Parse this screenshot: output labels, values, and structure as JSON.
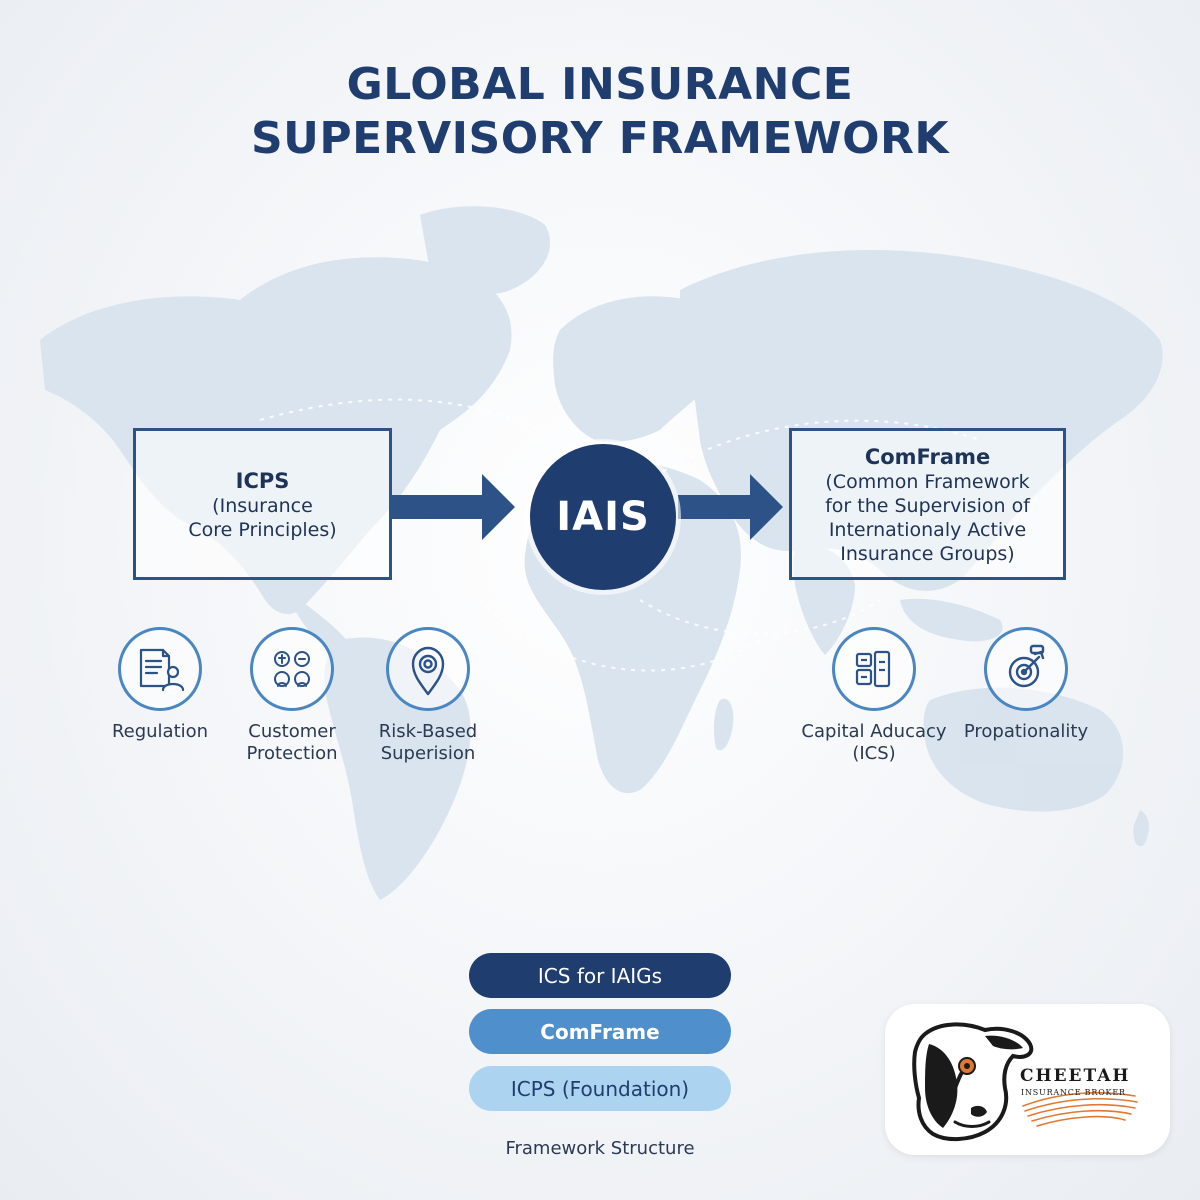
{
  "title": {
    "line1": "GLOBAL INSURANCE",
    "line2": "SUPERVISORY FRAMEWORK"
  },
  "left_box": {
    "heading": "ICPS",
    "line1": "(Insurance",
    "line2": "Core Principles)"
  },
  "center": {
    "label": "IAIS"
  },
  "right_box": {
    "heading": "ComFrame",
    "line1": "(Common Framework",
    "line2": "for the Supervision of",
    "line3": "Internationaly Active",
    "line4": "Insurance Groups)"
  },
  "pillars": [
    {
      "icon": "document-person-icon",
      "line1": "Regulation",
      "line2": ""
    },
    {
      "icon": "group-people-icon",
      "line1": "Customer",
      "line2": "Protection"
    },
    {
      "icon": "location-pin-icon",
      "line1": "Risk-Based",
      "line2": "Superision"
    },
    {
      "icon": "capital-blocks-icon",
      "line1": "Capital Aducacy",
      "line2": "(ICS)"
    },
    {
      "icon": "target-icon",
      "line1": "Propationality",
      "line2": ""
    }
  ],
  "structure": {
    "tier1": "ICS for IAIGs",
    "tier2": "ComFrame",
    "tier3": "ICPS (Foundation)",
    "caption": "Framework Structure"
  },
  "logo": {
    "name": "CHEETAH",
    "subtitle": "INSURANCE BROKER"
  },
  "colors": {
    "navy": "#1f3d6e",
    "mid_blue": "#4f8fcb",
    "light_blue": "#acd3ef",
    "map": "#dbe5ef",
    "logo_orange": "#e0782f"
  }
}
